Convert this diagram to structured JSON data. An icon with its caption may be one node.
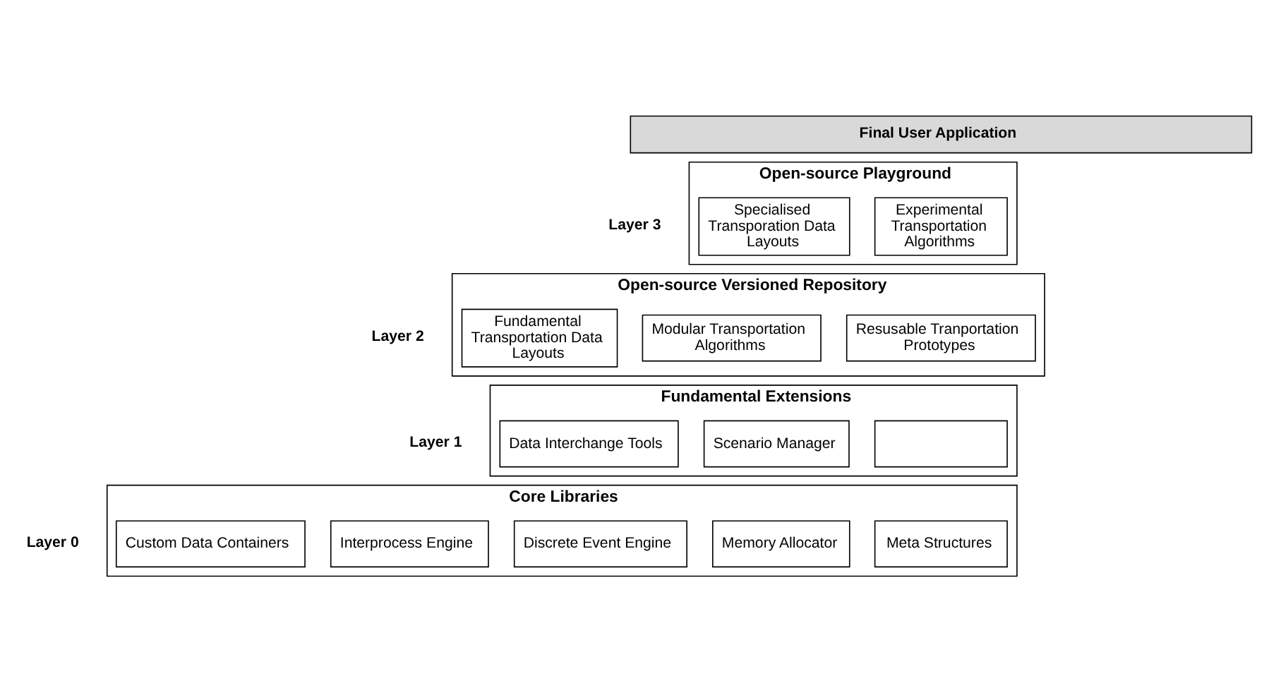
{
  "diagram": {
    "nodes": [
      {
        "text": [
          "Final User Application"
        ]
      },
      {
        "text": [
          "Open-source Playground"
        ],
        "beside": [
          "Layer 3"
        ]
      },
      {
        "text": [
          "Experimental Transportation Algorithms"
        ],
        "in": 1
      },
      {
        "text": [
          "Specialised Transporation Data Layouts"
        ],
        "in": 1
      },
      {
        "text": [
          "Open-source Versioned Repository"
        ],
        "beside": [
          "Layer 2"
        ]
      },
      {
        "text": [
          "Resusable Tranportation Prototypes"
        ],
        "in": 4
      },
      {
        "text": [
          "Modular Transportation Algorithms"
        ],
        "in": 4
      },
      {
        "text": [
          "Fundamental Transportation Data Layouts"
        ],
        "in": 4
      },
      {
        "text": [
          "Fundamental Extensions"
        ],
        "beside": [
          "Layer 1"
        ]
      },
      {
        "text": [],
        "shape": "box",
        "in": 8
      },
      {
        "text": [
          "Scenario Manager"
        ],
        "in": 8
      },
      {
        "text": [
          "Data Interchange Tools"
        ],
        "in": 8
      },
      {
        "text": [
          "Core Libraries"
        ],
        "beside": [
          "Layer 0"
        ]
      },
      {
        "text": [
          "Meta Structures"
        ],
        "in": 12
      },
      {
        "text": [
          "Memory Allocator"
        ],
        "in": 12
      },
      {
        "text": [
          "Discrete Event Engine"
        ],
        "in": 12
      },
      {
        "text": [
          "Interprocess Engine"
        ],
        "in": 12
      },
      {
        "text": [
          "Custom Data Containers"
        ],
        "in": 12
      }
    ],
    "edges": []
  }
}
